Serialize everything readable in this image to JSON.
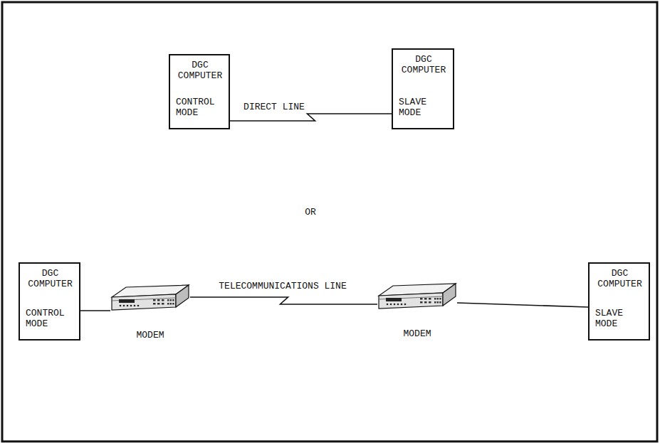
{
  "diagram": {
    "nodes": [
      {
        "text": [
          "DGC COMPUTER",
          "CONTROL MODE"
        ]
      },
      {
        "text": [
          "DGC COMPUTER",
          "SLAVE MODE"
        ]
      },
      {
        "text": [
          "DGC COMPUTER",
          "CONTROL MODE"
        ]
      },
      {
        "text": [
          "MODEM"
        ]
      },
      {
        "text": [
          "MODEM"
        ]
      },
      {
        "text": [
          "DGC COMPUTER",
          "SLAVE MODE"
        ]
      }
    ],
    "edges": [
      {
        "from": 0,
        "to": 1,
        "arrow": "none",
        "label": "DIRECT LINE"
      },
      {
        "from": 2,
        "to": 3,
        "arrow": "none"
      },
      {
        "from": 3,
        "to": 4,
        "arrow": "none",
        "label": "TELECOMMUNICATIONS LINE"
      },
      {
        "from": 4,
        "to": 5,
        "arrow": "none"
      }
    ],
    "labels": [
      "OR"
    ]
  }
}
